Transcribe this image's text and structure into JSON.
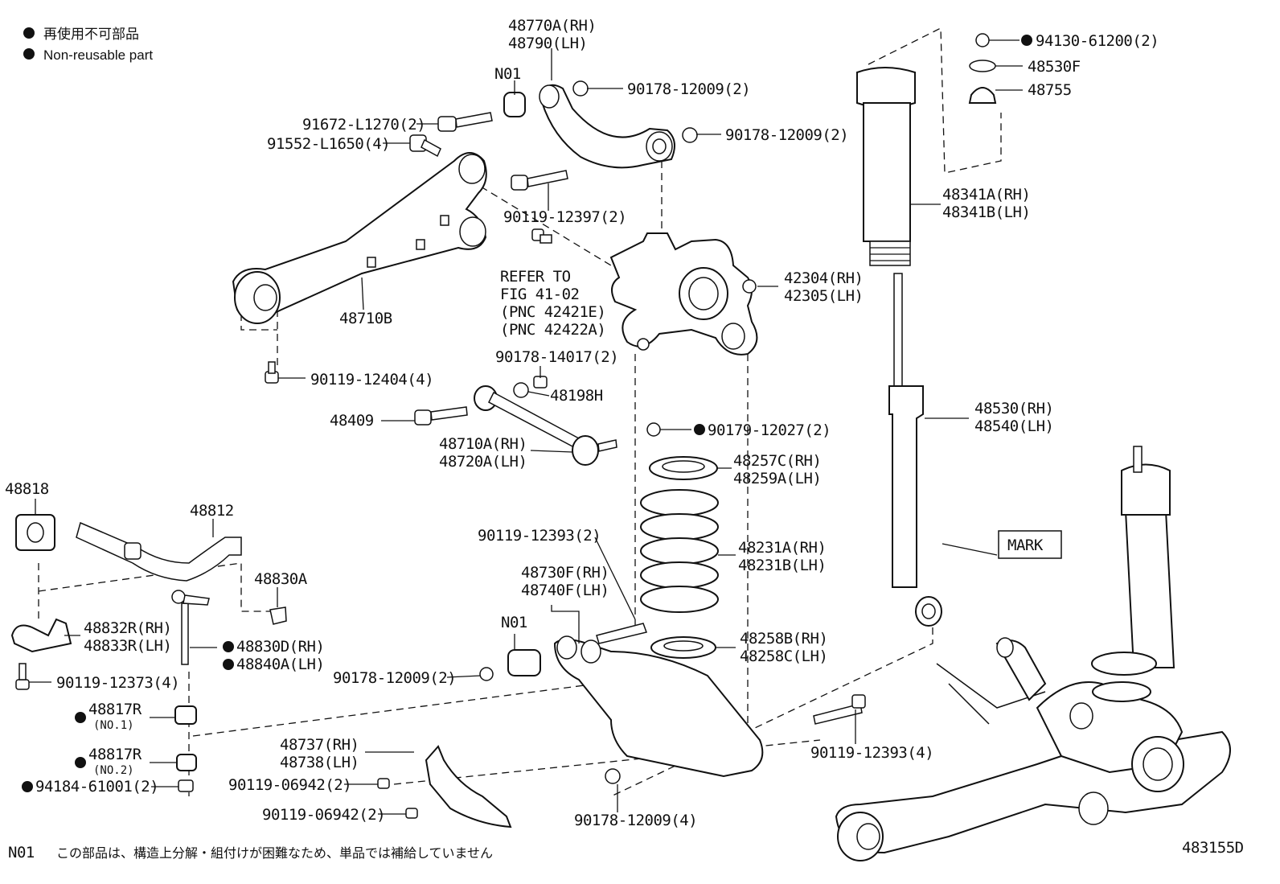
{
  "legend": {
    "non_reusable_jp": "再使用不可部品",
    "non_reusable_en": "Non-reusable part"
  },
  "labels": {
    "upper_arm_rh": "48770A(RH)",
    "upper_arm_lh": "48790(LH)",
    "n01_top": "N01",
    "nut_upper_1": "90178-12009(2)",
    "nut_upper_2": "90178-12009(2)",
    "bolt_91672": "91672-L1270(2)",
    "bolt_91552": "91552-L1650(4)",
    "bolt_90119_12397": "90119-12397(2)",
    "refer_1": "REFER TO",
    "refer_2": "FIG 41-02",
    "refer_3": "(PNC 42421E)",
    "refer_4": "(PNC 42422A)",
    "knuckle_rh": "42304(RH)",
    "knuckle_lh": "42305(LH)",
    "trailing_arm": "48710B",
    "bolt_90119_12404": "90119-12404(4)",
    "nut_90178_14017": "90178-14017(2)",
    "cam_48198h": "48198H",
    "bolt_48409": "48409",
    "toe_arm_rh": "48710A(RH)",
    "toe_arm_lh": "48720A(LH)",
    "nut_90179": "90179-12027(2)",
    "nut_94130": "94130-61200(2)",
    "washer_48530f": "48530F",
    "support_48755": "48755",
    "bellow_rh": "48341A(RH)",
    "bellow_lh": "48341B(LH)",
    "shock_rh": "48530(RH)",
    "shock_lh": "48540(LH)",
    "mark": "MARK",
    "insulator_top_rh": "48257C(RH)",
    "insulator_top_lh": "48259A(LH)",
    "spring_rh": "48231A(RH)",
    "spring_lh": "48231B(LH)",
    "insulator_bot_rh": "48258B(RH)",
    "insulator_bot_lh": "48258C(LH)",
    "bushing_48818": "48818",
    "stab_bar": "48812",
    "link_48830a": "48830A",
    "bracket_rh": "48832R(RH)",
    "bracket_lh": "48833R(LH)",
    "link_rh": "48830D(RH)",
    "link_lh": "48840A(LH)",
    "bolt_90119_12373": "90119-12373(4)",
    "cushion_1": "48817R",
    "cushion_1_no": "(NO.1)",
    "cushion_2": "48817R",
    "cushion_2_no": "(NO.2)",
    "nut_94184": "94184-61001(2)",
    "bolt_90119_12393a": "90119-12393(2)",
    "lower_arm_rh": "48730F(RH)",
    "lower_arm_lh": "48740F(LH)",
    "n01_mid": "N01",
    "nut_90178_left": "90178-12009(2)",
    "cover_rh": "48737(RH)",
    "cover_lh": "48738(LH)",
    "bolt_06942_a": "90119-06942(2)",
    "bolt_06942_b": "90119-06942(2)",
    "nut_90178_bottom": "90178-12009(4)",
    "bolt_90119_12393b": "90119-12393(4)"
  },
  "footnote": {
    "code": "N01",
    "text": "この部品は、構造上分解・組付けが困難なため、単品では補給していません"
  },
  "figure_number": "483155D"
}
